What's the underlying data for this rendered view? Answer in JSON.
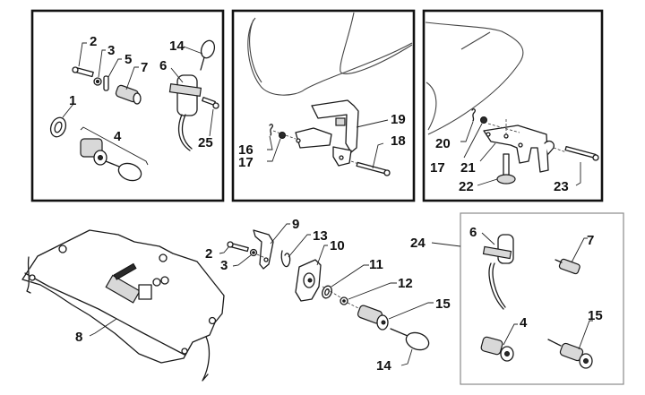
{
  "diagram": {
    "title": "Seat lock and ignition lock exploded parts diagram",
    "panels": [
      {
        "id": "panel-ignition",
        "callouts": [
          "1",
          "2",
          "3",
          "4",
          "5",
          "6",
          "7",
          "14",
          "25"
        ]
      },
      {
        "id": "panel-seat-hinge-front",
        "callouts": [
          "16",
          "17",
          "18",
          "19"
        ]
      },
      {
        "id": "panel-seat-hinge-rear",
        "callouts": [
          "17",
          "20",
          "21",
          "22",
          "23"
        ]
      },
      {
        "id": "panel-lock-kit",
        "kit_callout": "24",
        "callouts": [
          "6",
          "7",
          "4",
          "15"
        ]
      }
    ],
    "main_assembly": {
      "callouts": [
        "2",
        "3",
        "8",
        "9",
        "10",
        "11",
        "12",
        "13",
        "14",
        "15"
      ]
    },
    "labels": {
      "p1_1": "1",
      "p1_2": "2",
      "p1_3": "3",
      "p1_4": "4",
      "p1_5": "5",
      "p1_6": "6",
      "p1_7": "7",
      "p1_14": "14",
      "p1_25": "25",
      "p2_16": "16",
      "p2_17": "17",
      "p2_18": "18",
      "p2_19": "19",
      "p3_20": "20",
      "p3_17": "17",
      "p3_21": "21",
      "p3_22": "22",
      "p3_23": "23",
      "m_2": "2",
      "m_3": "3",
      "m_8": "8",
      "m_9": "9",
      "m_10": "10",
      "m_11": "11",
      "m_12": "12",
      "m_13": "13",
      "m_14": "14",
      "m_15": "15",
      "k_24": "24",
      "k_6": "6",
      "k_7": "7",
      "k_4": "4",
      "k_15": "15"
    },
    "colors": {
      "line": "#111111",
      "kit_border": "#8a8a8a",
      "background": "#ffffff"
    }
  }
}
